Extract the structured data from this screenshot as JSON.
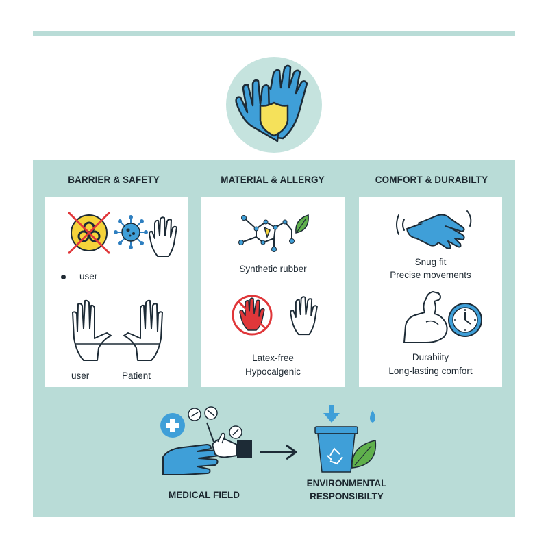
{
  "sections": [
    {
      "title": "BARRIER & SAFETY",
      "bullet_label": "user",
      "hands_left_label": "user",
      "hands_right_label": "Patient"
    },
    {
      "title": "MATERIAL & ALLERGY",
      "upper_label": "Synthetic rubber",
      "lower_line1": "Latex-free",
      "lower_line2": "Hypocalgenic"
    },
    {
      "title": "COMFORT & DURABILTY",
      "upper_line1": "Snug fit",
      "upper_line2": "Precise movements",
      "lower_line1": "Durabiity",
      "lower_line2": "Long-lasting comfort"
    }
  ],
  "bottom": {
    "medical_label": "MEDICAL FIELD",
    "env_line1": "ENVIRONMENTAL",
    "env_line2": "RESPONSIBILTY"
  },
  "colors": {
    "glove_blue": "#3f9fd8",
    "outline": "#1d2b36",
    "panel_bg": "#b9dcd7",
    "prohibit_red": "#e0373a",
    "leaf_green": "#5fb04c",
    "shield_yellow": "#f5e15a"
  }
}
